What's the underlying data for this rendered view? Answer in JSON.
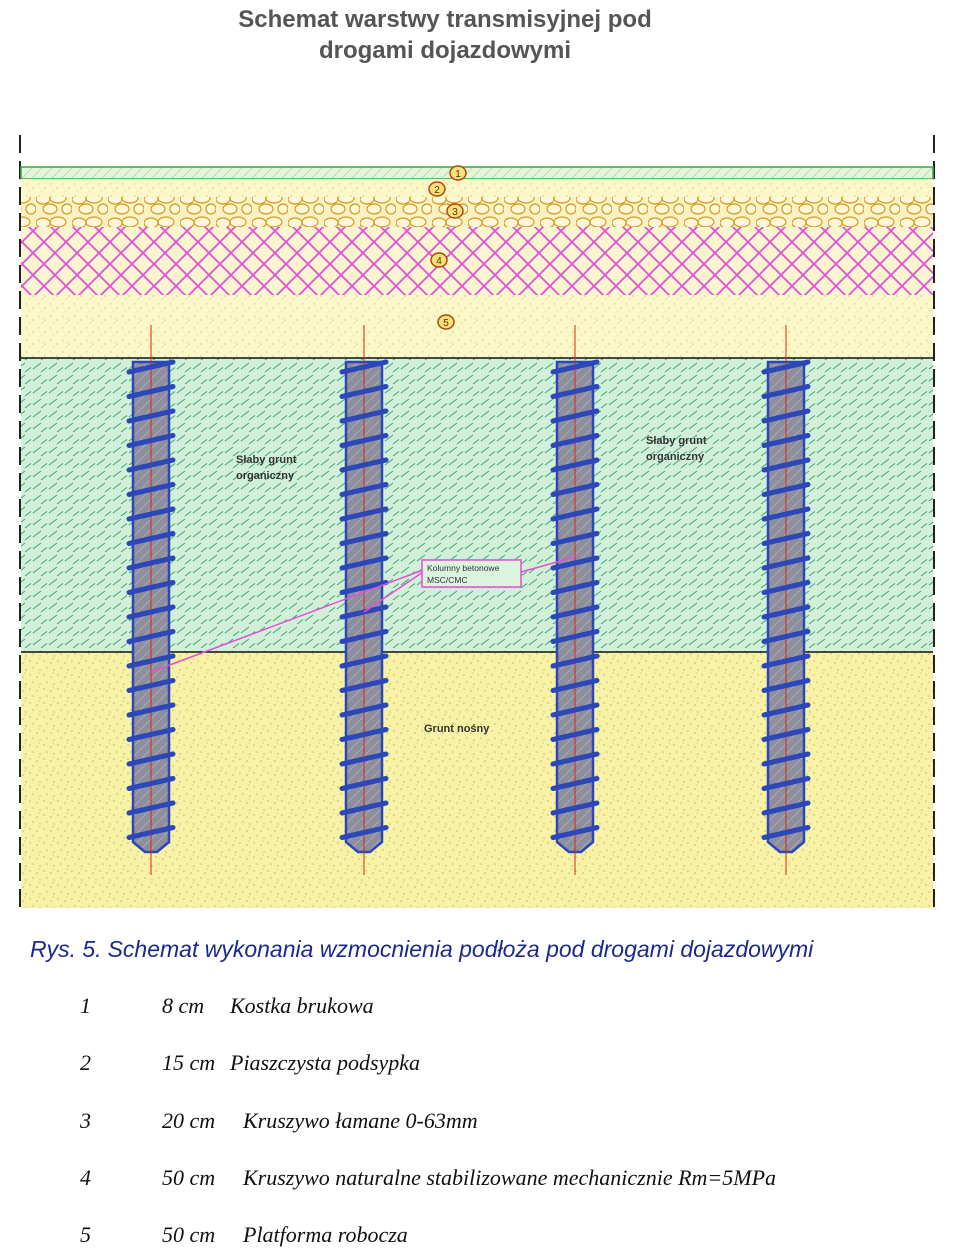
{
  "title": {
    "line1": "Schemat warstwy transmisyjnej pod",
    "line2": "drogami dojazdowymi"
  },
  "layer_markers": [
    "1",
    "2",
    "3",
    "4",
    "5"
  ],
  "zone_labels": {
    "weak_left_line1": "Słaby grunt",
    "weak_left_line2": "organiczny",
    "weak_right_line1": "Słaby grunt",
    "weak_right_line2": "organiczny",
    "bearing": "Grunt nośny"
  },
  "column_callout": {
    "line1": "Kolumny betonowe",
    "line2": "MSC/CMC"
  },
  "caption": {
    "prefix": "Rys. 5.",
    "text": "Schemat wykonania wzmocnienia podłoża pod drogami dojazdowymi"
  },
  "legend": [
    {
      "num": "1",
      "thickness": "8 cm",
      "description": "Kostka brukowa"
    },
    {
      "num": "2",
      "thickness": "15 cm",
      "description": "Piaszczysta podsypka"
    },
    {
      "num": "3",
      "thickness": "20 cm",
      "description": "Kruszywo łamane 0-63mm"
    },
    {
      "num": "4",
      "thickness": "50 cm",
      "description": "Kruszywo naturalne stabilizowane mechanicznie Rm=5MPa"
    },
    {
      "num": "5",
      "thickness": "50 cm",
      "description": "Platforma robocza"
    }
  ],
  "colors": {
    "sand": "#f8f2a8",
    "paving": "#d6f2cf",
    "gravel": "#ecc25a",
    "geogrid": "#e34fd6",
    "weak_soil": "#c8ecd4",
    "column": "#8a8a98",
    "spiral": "#2b47b8",
    "axis": "#d82a10"
  }
}
